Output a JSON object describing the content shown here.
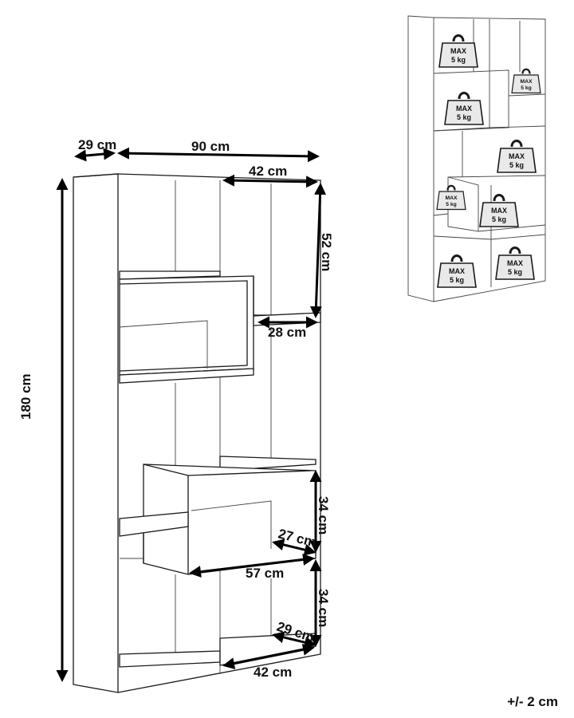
{
  "diagram": {
    "dimensions": {
      "depth": "29 cm",
      "width": "90 cm",
      "height": "180 cm",
      "top_compartment_width": "42 cm",
      "top_compartment_height": "52 cm",
      "top_box_depth": "28 cm",
      "middle_compartment_height": "34 cm",
      "middle_compartment_depth": "27 cm",
      "lower_box_width": "57 cm",
      "bottom_compartment_height": "34 cm",
      "bottom_compartment_depth": "29 cm",
      "bottom_compartment_width": "42 cm"
    },
    "tolerance": "+/- 2 cm",
    "load_labels": [
      {
        "line1": "MAX",
        "line2": "5 kg"
      },
      {
        "line1": "MAX",
        "line2": "5 kg"
      },
      {
        "line1": "MAX",
        "line2": "5 kg"
      },
      {
        "line1": "MAX",
        "line2": "5 kg"
      },
      {
        "line1": "MAX",
        "line2": "5 kg"
      },
      {
        "line1": "MAX",
        "line2": "5 kg"
      },
      {
        "line1": "MAX",
        "line2": "5 kg"
      },
      {
        "line1": "MAX",
        "line2": "5 kg"
      }
    ]
  }
}
